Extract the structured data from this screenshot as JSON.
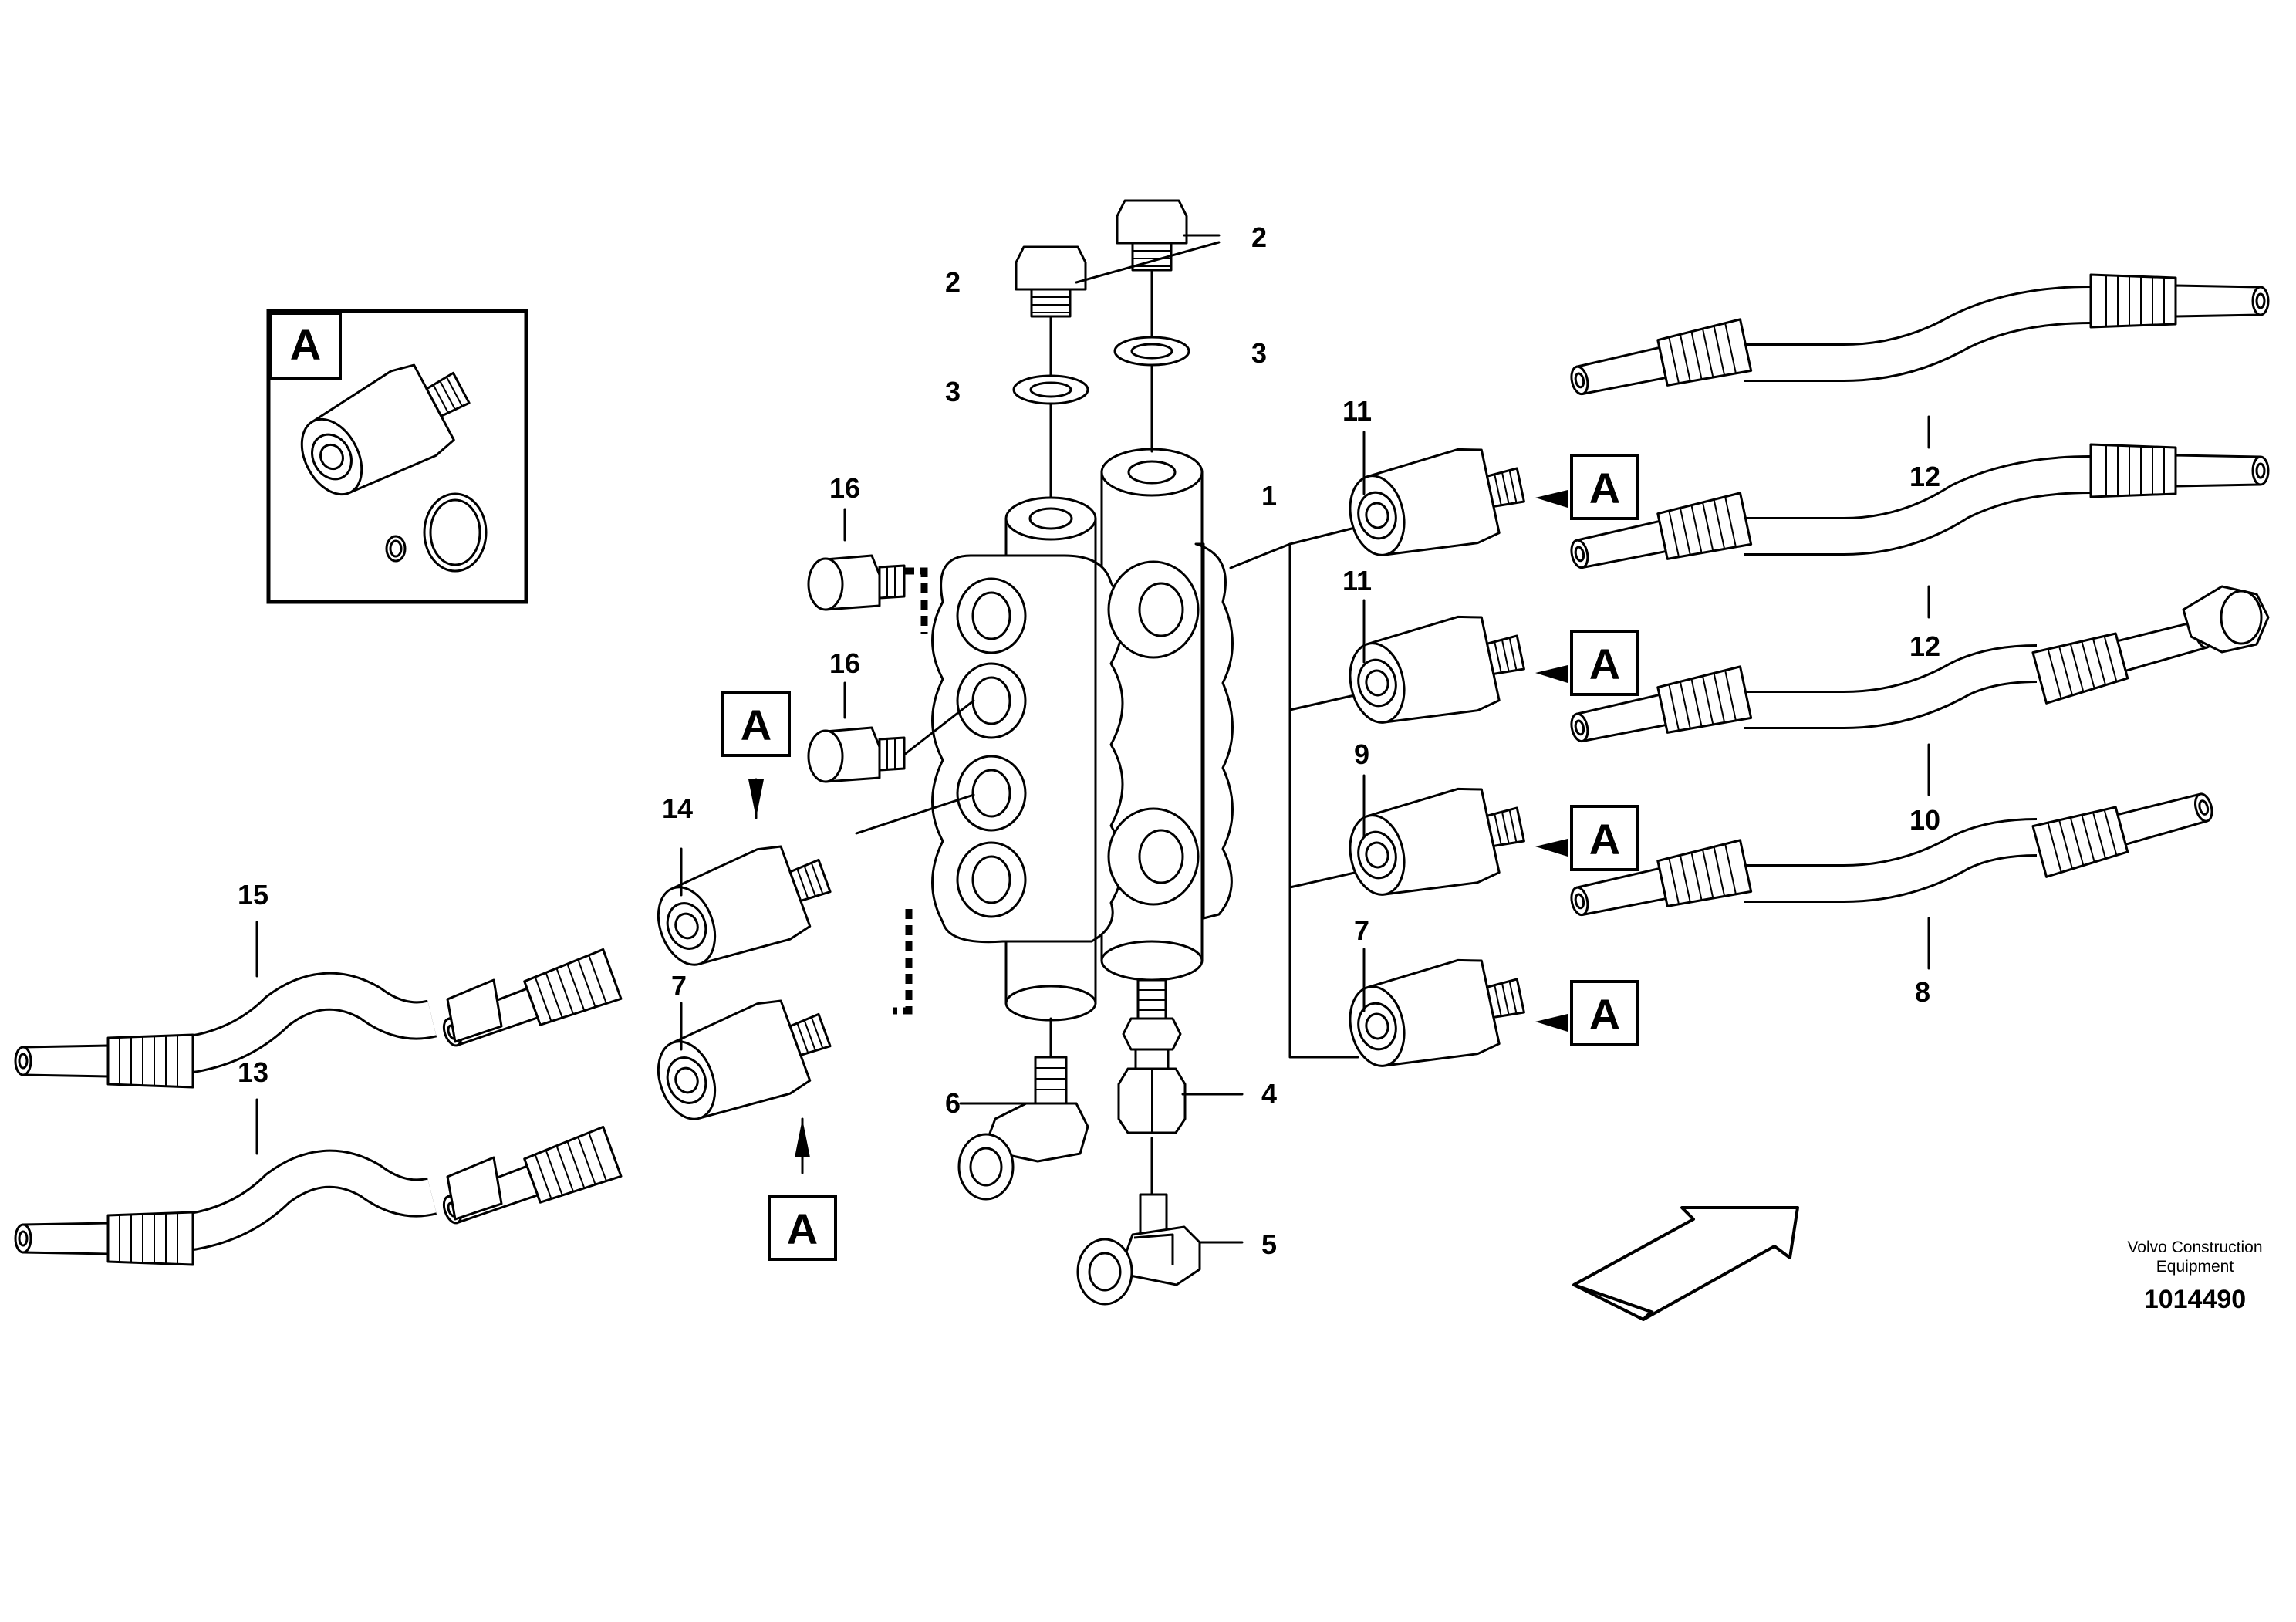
{
  "diagram": {
    "callouts": {
      "c1": "1",
      "c2a": "2",
      "c2b": "2",
      "c3a": "3",
      "c3b": "3",
      "c4": "4",
      "c5": "5",
      "c6": "6",
      "c7a": "7",
      "c7b": "7",
      "c8": "8",
      "c9": "9",
      "c10": "10",
      "c11a": "11",
      "c11b": "11",
      "c12a": "12",
      "c12b": "12",
      "c13": "13",
      "c14": "14",
      "c15": "15",
      "c16a": "16",
      "c16b": "16"
    },
    "detail_label": "A",
    "brand_line1": "Volvo Construction",
    "brand_line2": "Equipment",
    "part_number": "1014490"
  }
}
